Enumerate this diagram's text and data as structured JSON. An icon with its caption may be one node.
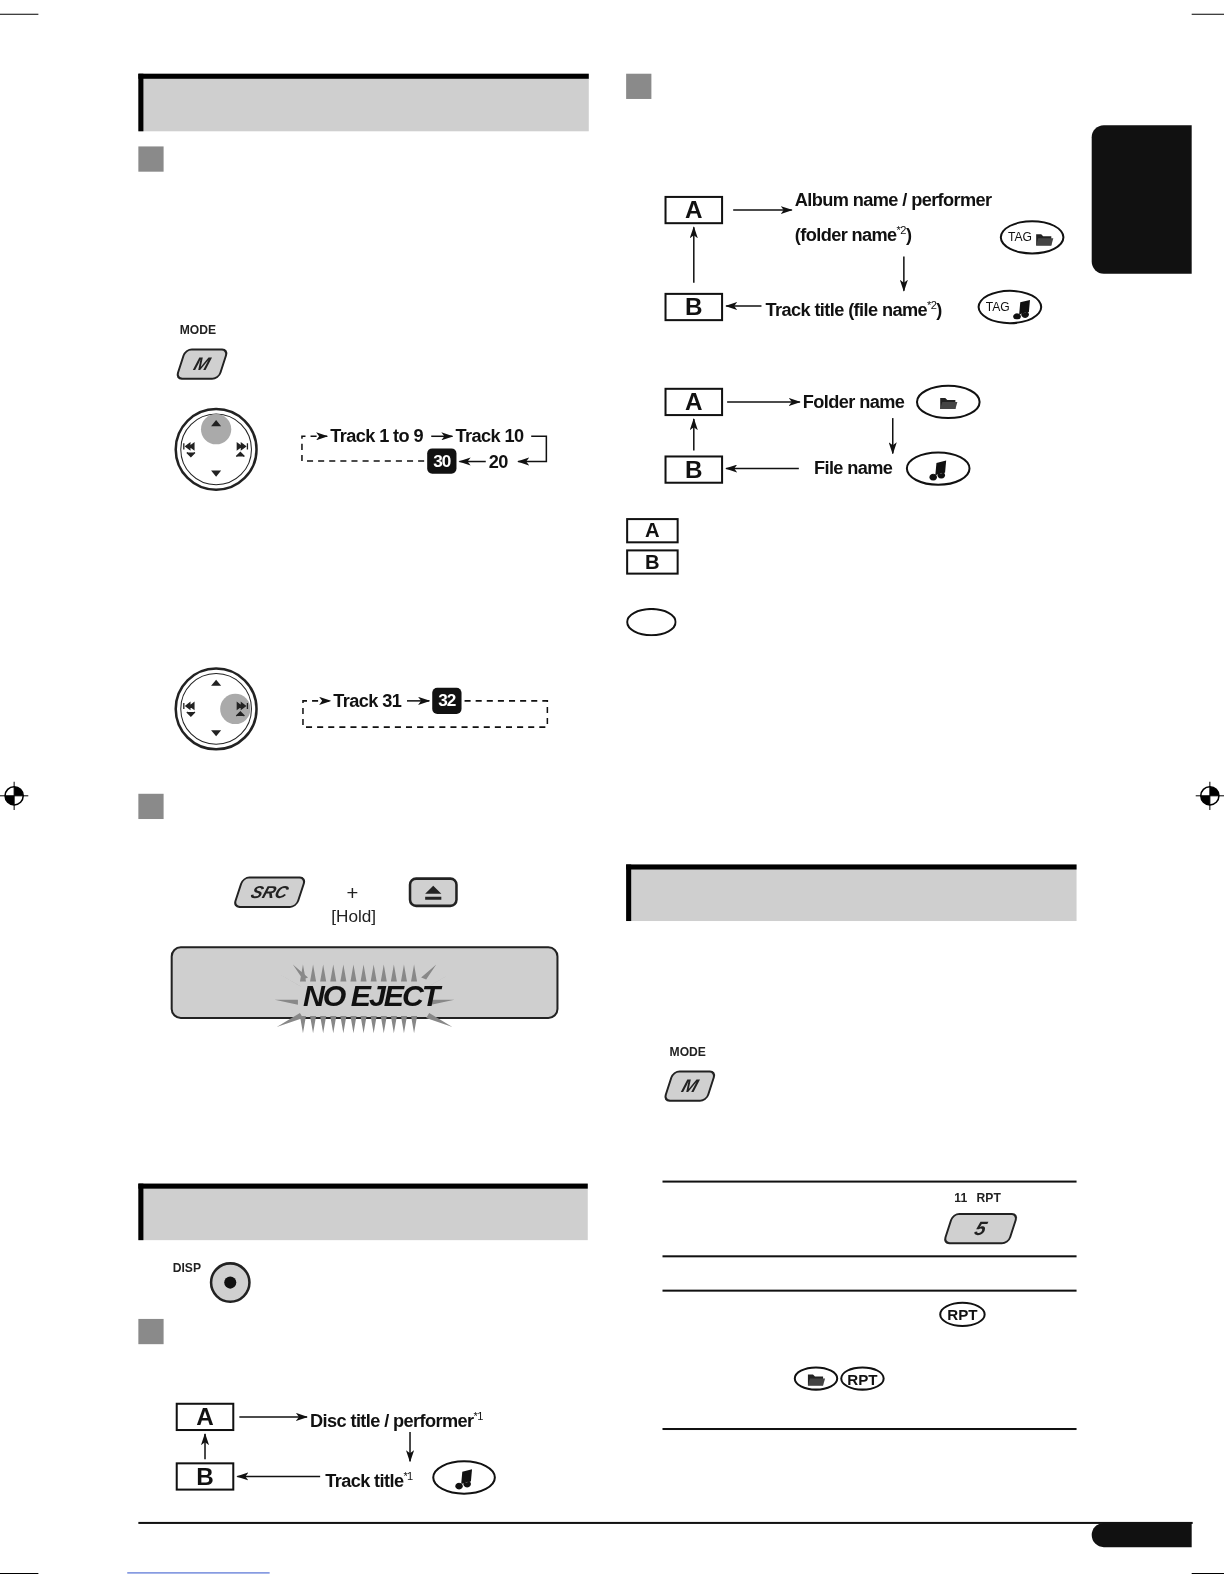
{
  "diagram": {
    "nodes": [
      {
        "text": [
          "Track 1 to 9"
        ]
      },
      {
        "text": [
          "Track 10"
        ]
      },
      {
        "text": [
          "20"
        ]
      },
      {
        "text": [
          "30"
        ]
      },
      {
        "text": [
          "Track 31"
        ]
      },
      {
        "text": [
          "32"
        ]
      },
      {
        "text": [
          "A"
        ]
      },
      {
        "text": [
          "Disc title / performer$^{*1}$"
        ]
      },
      {
        "text": [
          "Track title$^{*1}$"
        ]
      },
      {
        "text": [
          "B"
        ]
      },
      {
        "text": [
          "A"
        ]
      },
      {
        "text": [
          "Album name / performer (folder name$^{*2}$)"
        ]
      },
      {
        "text": [
          "Track title (file name$^{*2}$)"
        ]
      },
      {
        "text": [
          "B"
        ]
      },
      {
        "text": [
          "A"
        ]
      },
      {
        "text": [
          "Folder name"
        ]
      },
      {
        "text": [
          "File name"
        ]
      },
      {
        "text": [
          "B"
        ]
      },
      {
        "text": [
          "A"
        ]
      },
      {
        "text": [
          "B"
        ]
      },
      {
        "text": [],
        "shape": "ellipse"
      },
      {
        "text": [],
        "shape": "bar"
      },
      {
        "text": [],
        "shape": "bar"
      },
      {
        "text": [],
        "shape": "bar"
      }
    ],
    "edges": [
      {
        "from": 0,
        "to": 1,
        "arrow": "to"
      },
      {
        "from": 1,
        "to": 2,
        "arrow": "to"
      },
      {
        "from": 2,
        "to": 3,
        "arrow": "to"
      },
      {
        "from": 3,
        "to": 0,
        "arrow": "to",
        "style": "dashed"
      },
      {
        "from": 4,
        "to": 5,
        "arrow": "to"
      },
      {
        "from": 5,
        "to": 4,
        "arrow": "to",
        "style": "dashed"
      },
      {
        "from": 6,
        "to": 7,
        "arrow": "to"
      },
      {
        "from": 7,
        "to": 8,
        "arrow": "to"
      },
      {
        "from": 8,
        "to": 9,
        "arrow": "to"
      },
      {
        "from": 9,
        "to": 6,
        "arrow": "to"
      },
      {
        "from": 10,
        "to": 11,
        "arrow": "to"
      },
      {
        "from": 11,
        "to": 12,
        "arrow": "to"
      },
      {
        "from": 12,
        "to": 13,
        "arrow": "to"
      },
      {
        "from": 13,
        "to": 10,
        "arrow": "to"
      },
      {
        "from": 14,
        "to": 15,
        "arrow": "to"
      },
      {
        "from": 15,
        "to": 16,
        "arrow": "to"
      },
      {
        "from": 16,
        "to": 17,
        "arrow": "to"
      },
      {
        "from": 17,
        "to": 14,
        "arrow": "to"
      }
    ],
    "labels": [
      "MODE",
      "M",
      "SRC",
      "+",
      "[Hold]",
      "NO EJECT",
      "DISP",
      "TAG",
      "TAG",
      "MODE",
      "M",
      "11 RPT",
      "5",
      "RPT",
      "RPT"
    ]
  }
}
